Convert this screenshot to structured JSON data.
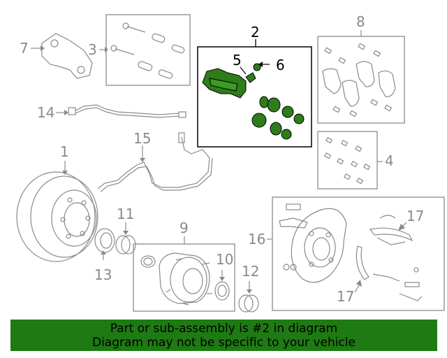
{
  "callouts": {
    "c1": "1",
    "c2": "2",
    "c3": "3",
    "c4": "4",
    "c5": "5",
    "c6": "6",
    "c7": "7",
    "c8": "8",
    "c9": "9",
    "c10": "10",
    "c11": "11",
    "c12": "12",
    "c13": "13",
    "c14": "14",
    "c15": "15",
    "c16": "16",
    "c17a": "17",
    "c17b": "17"
  },
  "highlight_part": "2",
  "colors": {
    "highlight": "#2e7d1a",
    "outline": "#8a8a8a",
    "banner": "#1e7a12"
  },
  "banner": {
    "line1": "Part or sub-assembly is #2 in diagram",
    "line2": "Diagram may not be specific to your vehicle"
  }
}
